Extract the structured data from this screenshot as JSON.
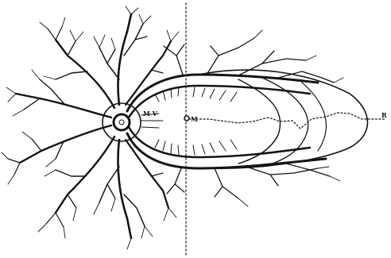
{
  "labels": {
    "mv": "M V",
    "m": "M",
    "r": "R"
  },
  "colors": {
    "ink": "#141414",
    "background": "#ffffff"
  }
}
